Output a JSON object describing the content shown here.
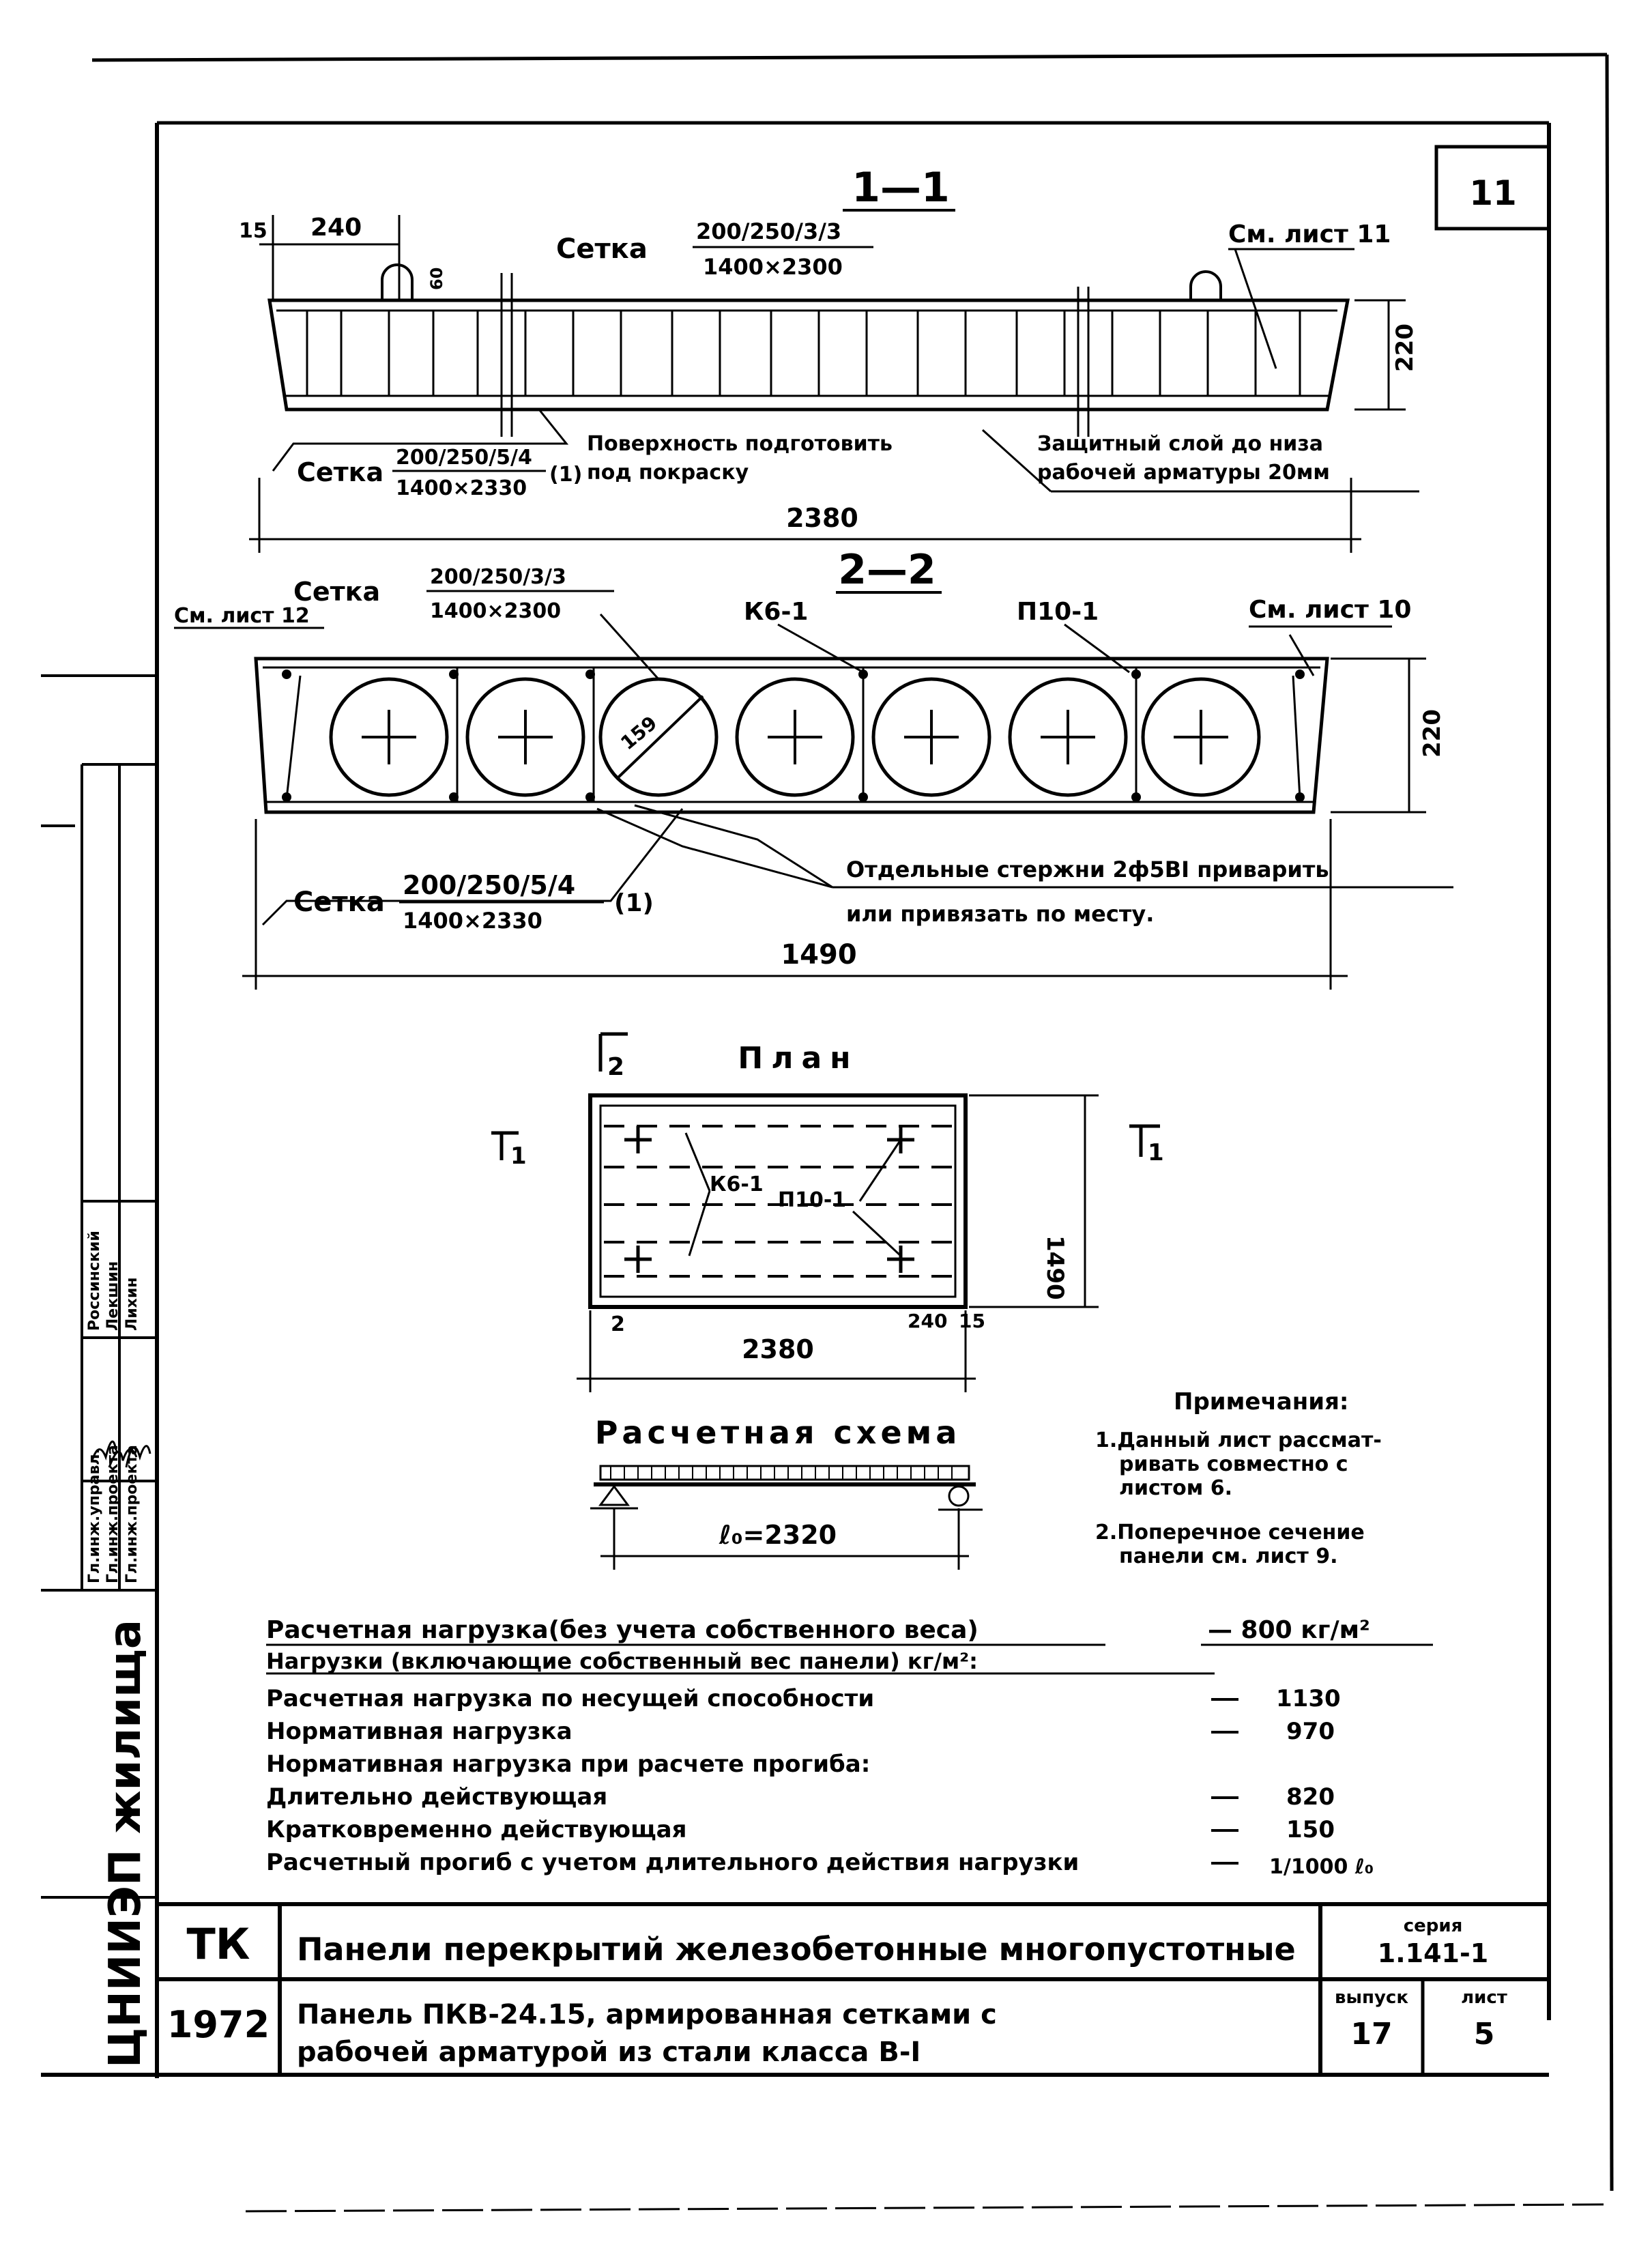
{
  "sheet_number": "11",
  "section_1_1": {
    "title": "1—1",
    "mesh_top_label": "Сетка",
    "mesh_top_spec_num": "200/250/3/3",
    "mesh_top_spec_den": "1400×2300",
    "dim_left_15": "15",
    "dim_240": "240",
    "dim_60": "60",
    "ref_sheet": "См. лист 11",
    "dim_height": "220",
    "mesh_bottom_label": "Сетка",
    "mesh_bottom_spec_num": "200/250/5/4",
    "mesh_bottom_spec_den": "1400×2330",
    "mesh_bottom_suffix": "(1)",
    "note_surface_1": "Поверхность подготовить",
    "note_surface_2": "под покраску",
    "note_cover_1": "Защитный слой до низа",
    "note_cover_2": "рабочей арматуры 20мм",
    "dim_length": "2380"
  },
  "section_2_2": {
    "title": "2—2",
    "mesh_top_label": "Сетка",
    "mesh_top_spec_num": "200/250/3/3",
    "mesh_top_spec_den": "1400×2300",
    "ref_left": "См. лист 12",
    "frame_k": "К6-1",
    "frame_p": "П10-1",
    "ref_right": "См. лист 10",
    "dim_height": "220",
    "void_diameter": "159",
    "note_rods_1": "Отдельные стержни 2ф5ВI приварить",
    "note_rods_2": "или привязать по месту.",
    "mesh_bottom_label": "Сетка",
    "mesh_bottom_spec_num": "200/250/5/4",
    "mesh_bottom_spec_den": "1400×2330",
    "mesh_bottom_suffix": "(1)",
    "dim_width": "1490"
  },
  "plan": {
    "title": "План",
    "cut_2": "2",
    "cut_1_left": "1",
    "cut_1_right": "1",
    "frame_k": "К6-1",
    "frame_p": "П10-1",
    "dim_height": "1490",
    "dim_length": "2380",
    "dim_left_small": "2",
    "dim_240": "240",
    "dim_15": "15"
  },
  "calc_scheme": {
    "title": "Расчетная схема",
    "span": "ℓ₀=2320"
  },
  "notes": {
    "title": "Примечания:",
    "items": [
      "1.Данный лист рассмат-",
      "ривать совместно с",
      "листом 6.",
      "2.Поперечное сечение",
      "панели см. лист 9."
    ]
  },
  "loads": {
    "design_label": "Расчетная нагрузка(без учета собственного веса)",
    "design_value": "— 800 кг/м²",
    "header": "Нагрузки (включающие собственный вес панели) кг/м²:",
    "rows": [
      {
        "label": "Расчетная нагрузка по несущей способности",
        "value": "1130"
      },
      {
        "label": "Нормативная нагрузка",
        "value": "970"
      },
      {
        "label": "Нормативная нагрузка при расчете прогиба:",
        "value": ""
      },
      {
        "label": "Длительно действующая",
        "value": "820"
      },
      {
        "label": "Кратковременно действующая",
        "value": "150"
      },
      {
        "label": "Расчетный прогиб с учетом длительного действия нагрузки",
        "value": "1/1000 ℓ₀"
      }
    ]
  },
  "title_block": {
    "code": "ТК",
    "year": "1972",
    "title_1": "Панели перекрытий железобетонные многопустотные",
    "title_2": "Панель ПКВ-24.15, армированная сетками с",
    "title_3": "рабочей арматурой из стали класса В-I",
    "series_label": "серия",
    "series_value": "1.141-1",
    "issue_label": "выпуск",
    "issue_value": "17",
    "sheet_label": "лист",
    "sheet_value": "5"
  },
  "side_stamp": {
    "org": "ЦНИИЭП жилища",
    "roles": [
      "Гл.инж.управл.",
      "Гл.инж.проекта",
      "Гл.инж.проекта"
    ],
    "names": [
      "Россинский",
      "Лекшин",
      "Лихин"
    ]
  }
}
